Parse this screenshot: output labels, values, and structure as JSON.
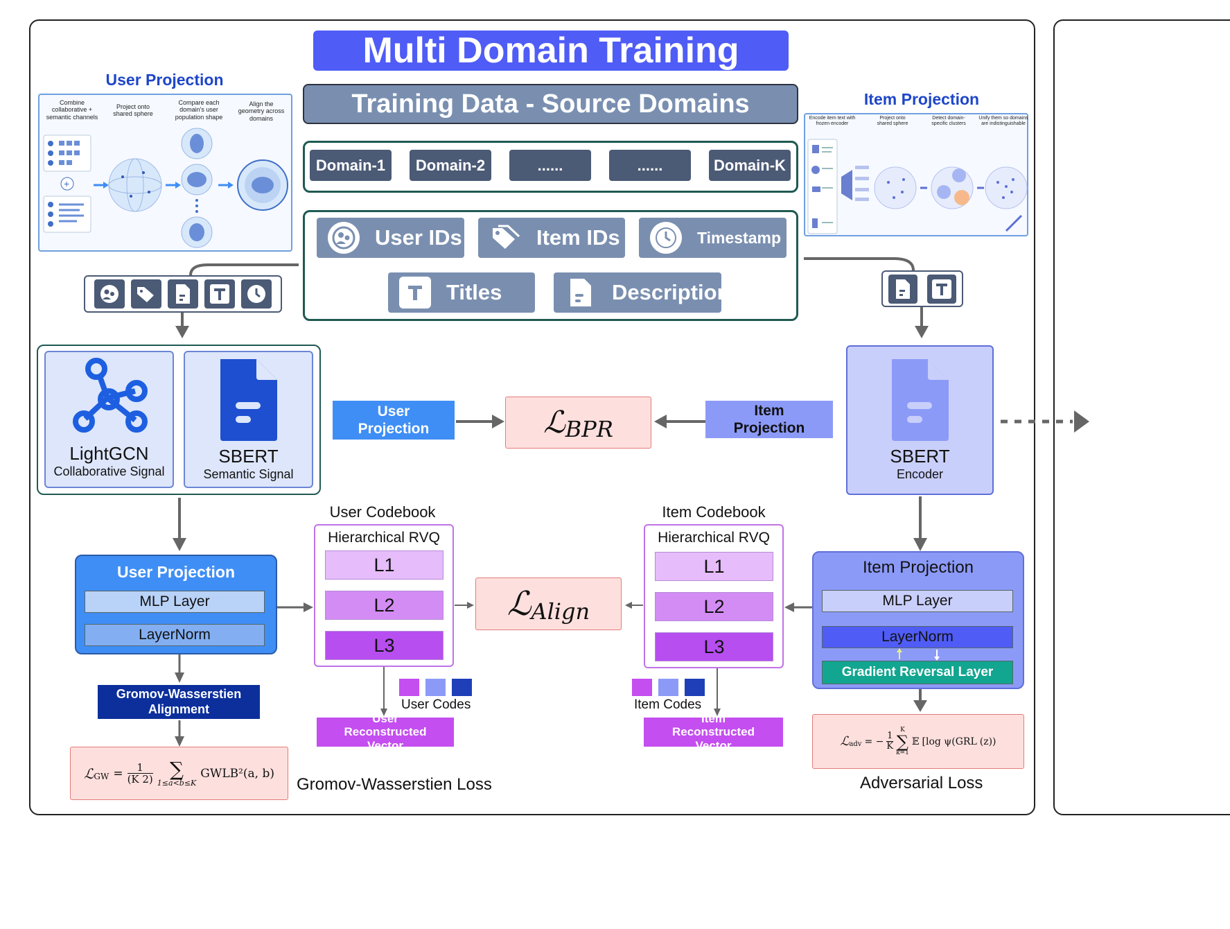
{
  "title": "Multi Domain Training",
  "training_data": {
    "title": "Training Data - Source Domains",
    "domains": [
      "Domain-1",
      "Domain-2",
      "......",
      "......",
      "Domain-K"
    ],
    "features": {
      "user_ids": "User IDs",
      "item_ids": "Item IDs",
      "timestamp": "Timestamp",
      "titles": "Titles",
      "description": "Description"
    }
  },
  "user_projection_fig": {
    "heading": "User Projection",
    "captions": [
      "Combine collaborative + semantic channels",
      "Project onto shared sphere",
      "Compare each domain's user population shape",
      "Align the geometry across domains"
    ]
  },
  "item_projection_fig": {
    "heading": "Item Projection",
    "captions": [
      "Encode item text with frozen encoder",
      "Project onto shared sphere",
      "Detect domain-specific clusters",
      "Unify them so domains are indistinguishable"
    ]
  },
  "encoders": {
    "lightgcn": {
      "name": "LightGCN",
      "sub": "Collaborative Signal"
    },
    "sbert_user": {
      "name": "SBERT",
      "sub": "Semantic Signal"
    },
    "sbert_item": {
      "name": "SBERT",
      "sub": "Encoder"
    }
  },
  "bpr": {
    "user_btn": "User Projection",
    "item_btn": "Item Projection",
    "loss_main": "ℒ",
    "loss_sub": "BPR"
  },
  "user_proj": {
    "title": "User Projection",
    "mlp": "MLP Layer",
    "norm": "LayerNorm"
  },
  "item_proj": {
    "title": "Item Projection",
    "mlp": "MLP Layer",
    "norm": "LayerNorm",
    "grl": "Gradient Reversal Layer"
  },
  "user_codebook": {
    "title": "User Codebook",
    "rvq": "Hierarchical RVQ",
    "levels": [
      "L1",
      "L2",
      "L3"
    ],
    "codes": "User Codes",
    "recon": "User Reconstructed Vector"
  },
  "item_codebook": {
    "title": "Item Codebook",
    "rvq": "Hierarchical RVQ",
    "levels": [
      "L1",
      "L2",
      "L3"
    ],
    "codes": "Item Codes",
    "recon": "Item Reconstructed Vector"
  },
  "align": {
    "loss_main": "ℒ",
    "loss_sub": "Align"
  },
  "gw": {
    "block": "Gromov-Wasserstien Alignment",
    "formula_lhs": "ℒ",
    "formula_lhs_sub": "GW",
    "formula_rhs": "GWLB²(a, b)",
    "sum_range": "1≤a<b≤K",
    "caption": "Gromov-Wasserstien Loss"
  },
  "adv": {
    "formula_lhs": "ℒ",
    "formula_lhs_sub": "adv",
    "formula_rhs": "[log ψ(GRL",
    "formula_rhs2": "(z))",
    "sum_range": "k=1",
    "sum_top": "K",
    "caption": "Adversarial Loss"
  },
  "colors": {
    "banner": "#4f5cf6",
    "user_blue": "#3f8ef5",
    "item_purple": "#8c9af7",
    "loss_pink": "#fde0de",
    "grl_teal": "#12a58f",
    "code_c1": "#c44ef0",
    "code_c2": "#8c9af7",
    "code_c3": "#1f3fb8"
  },
  "icons": [
    "users-icon",
    "tag-icon",
    "clock-icon",
    "title-icon",
    "document-icon",
    "graph-icon"
  ]
}
